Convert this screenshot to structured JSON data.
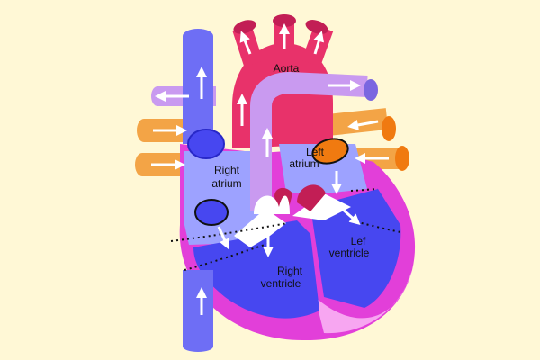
{
  "labels": {
    "aorta": "Aorta",
    "right_atrium_1": "Right",
    "right_atrium_2": "atrium",
    "left_atrium_1": "Left",
    "left_atrium_2": "atrium",
    "right_ventricle_1": "Right",
    "right_ventricle_2": "ventricle",
    "left_ventricle_1": "Lef",
    "left_ventricle_2": "ventricle"
  },
  "colors": {
    "background": "#FFF8D6",
    "aorta": "#E8326A",
    "aorta_dark": "#C21E55",
    "heart_wall": "#E23FD9",
    "heart_wall_light": "#F7A6F1",
    "chamber_light": "#9DA2FF",
    "chamber_dark": "#4747F0",
    "vena_cava": "#6E6EF5",
    "pulmonary_artery": "#C99AF0",
    "pulmonary_vein": "#F3A446",
    "pulmonary_vein_end": "#F07A10",
    "valve_red": "#C21E55"
  }
}
